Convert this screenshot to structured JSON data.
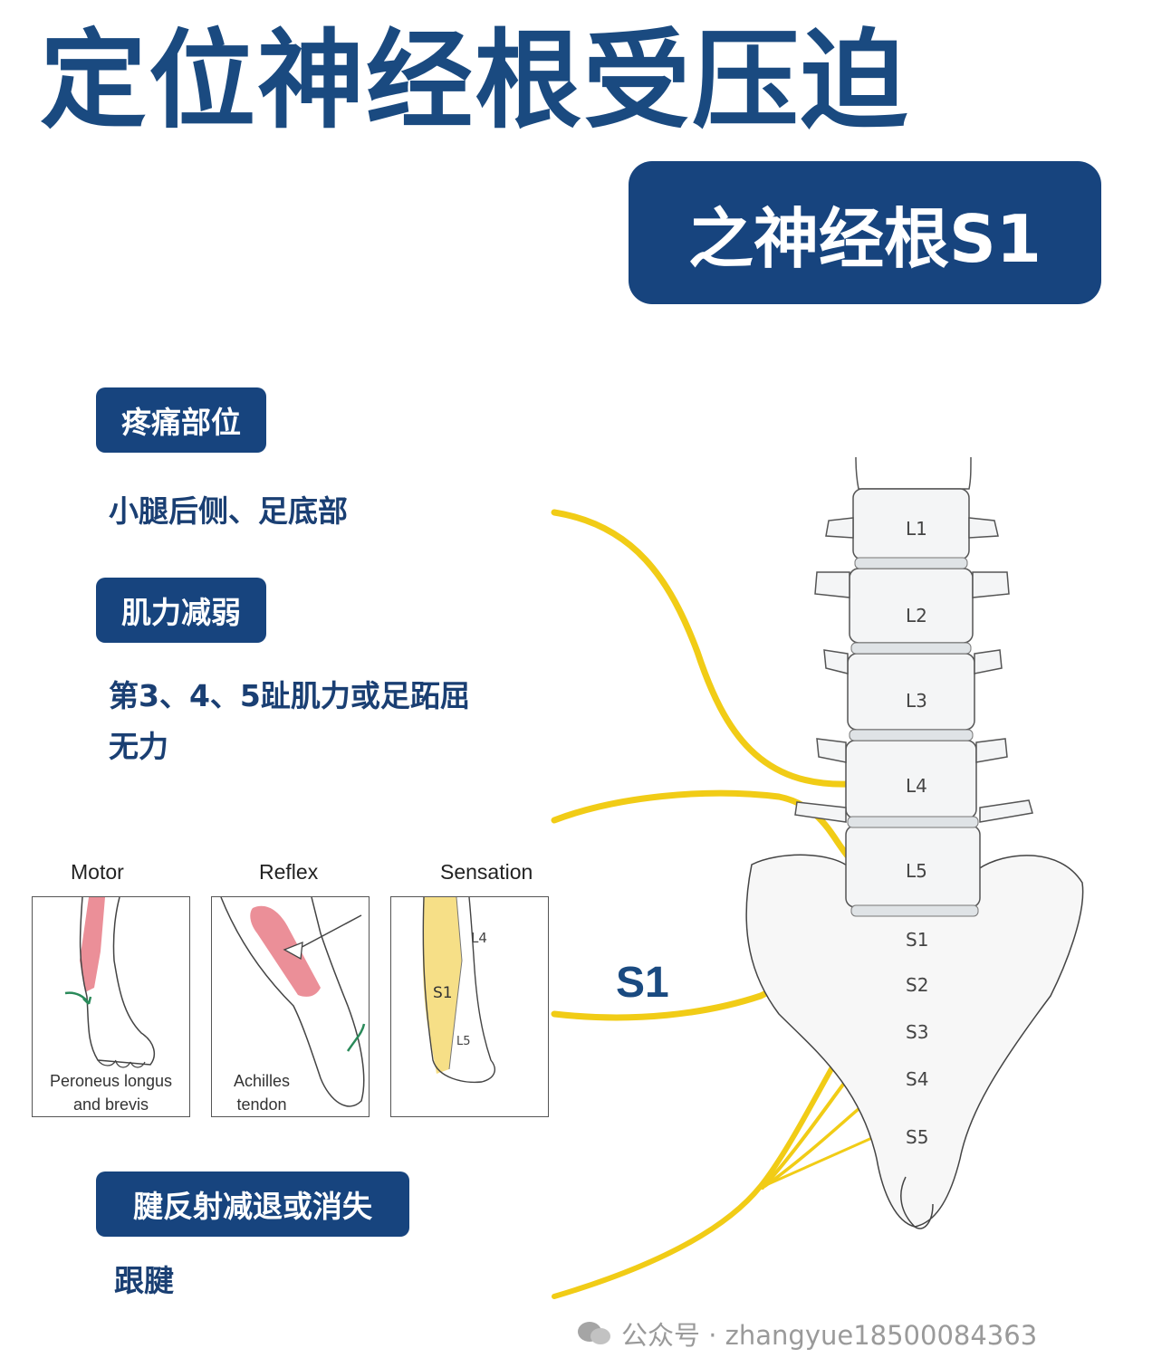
{
  "title": "定位神经根受压迫",
  "subtitle": "之神经根S1",
  "sections": {
    "pain": {
      "label": "疼痛部位",
      "text": "小腿后侧、足底部"
    },
    "weakness": {
      "label": "肌力减弱",
      "text_line1": "第3、4、5趾肌力或足跖屈",
      "text_line2": "无力"
    },
    "reflex": {
      "label": "腱反射减退或消失",
      "text": "跟腱"
    }
  },
  "panels": {
    "motor": {
      "title": "Motor",
      "caption_line1": "Peroneus longus",
      "caption_line2": "and brevis"
    },
    "reflex": {
      "title": "Reflex",
      "caption_line1": "Achilles",
      "caption_line2": "tendon"
    },
    "sensation": {
      "title": "Sensation",
      "label_l4": "L4",
      "label_s1": "S1",
      "label_l5": "L5"
    }
  },
  "spine": {
    "vertebrae": [
      "L1",
      "L2",
      "L3",
      "L4",
      "L5"
    ],
    "sacral": [
      "S1",
      "S2",
      "S3",
      "S4",
      "S5"
    ],
    "nerve_label": "S1"
  },
  "colors": {
    "brand": "#17447e",
    "nerve": "#f1cc16",
    "pain_area": "#e77b86",
    "sensation_area": "#f5dc7a"
  },
  "watermark": "公众号 · zhangyue18500084363"
}
